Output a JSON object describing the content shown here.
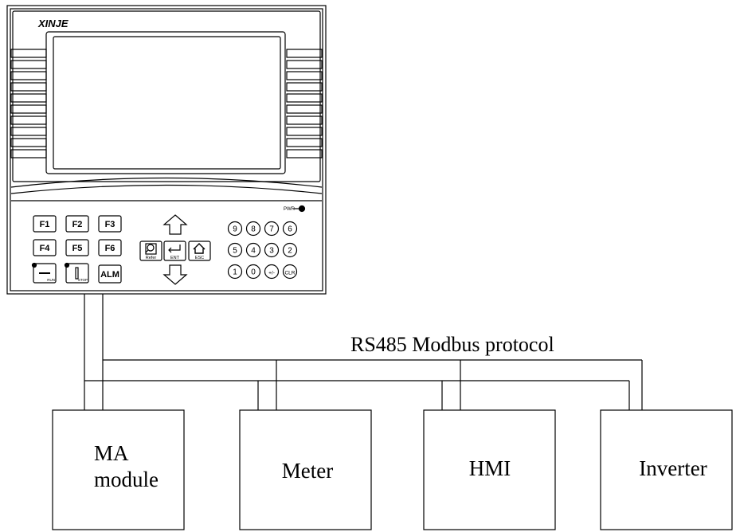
{
  "hmi_panel": {
    "brand": "XINJE",
    "power_led_label": "PWR",
    "fkeys": [
      "F1",
      "F2",
      "F3",
      "F4",
      "F5",
      "F6"
    ],
    "run_key_label": "RUN",
    "stop_key_label": "STOP",
    "alm_key_label": "ALM",
    "refer_key_label": "Refer",
    "ent_key_label": "ENT",
    "esc_key_label": "ESC",
    "numpad": [
      "9",
      "8",
      "7",
      "6",
      "5",
      "4",
      "3",
      "2",
      "1",
      "0",
      "+/-",
      "CLR"
    ]
  },
  "bus_label": "RS485 Modbus protocol",
  "devices": {
    "ma_module": [
      "MA",
      "module"
    ],
    "meter": "Meter",
    "hmi": "HMI",
    "inverter": "Inverter"
  }
}
